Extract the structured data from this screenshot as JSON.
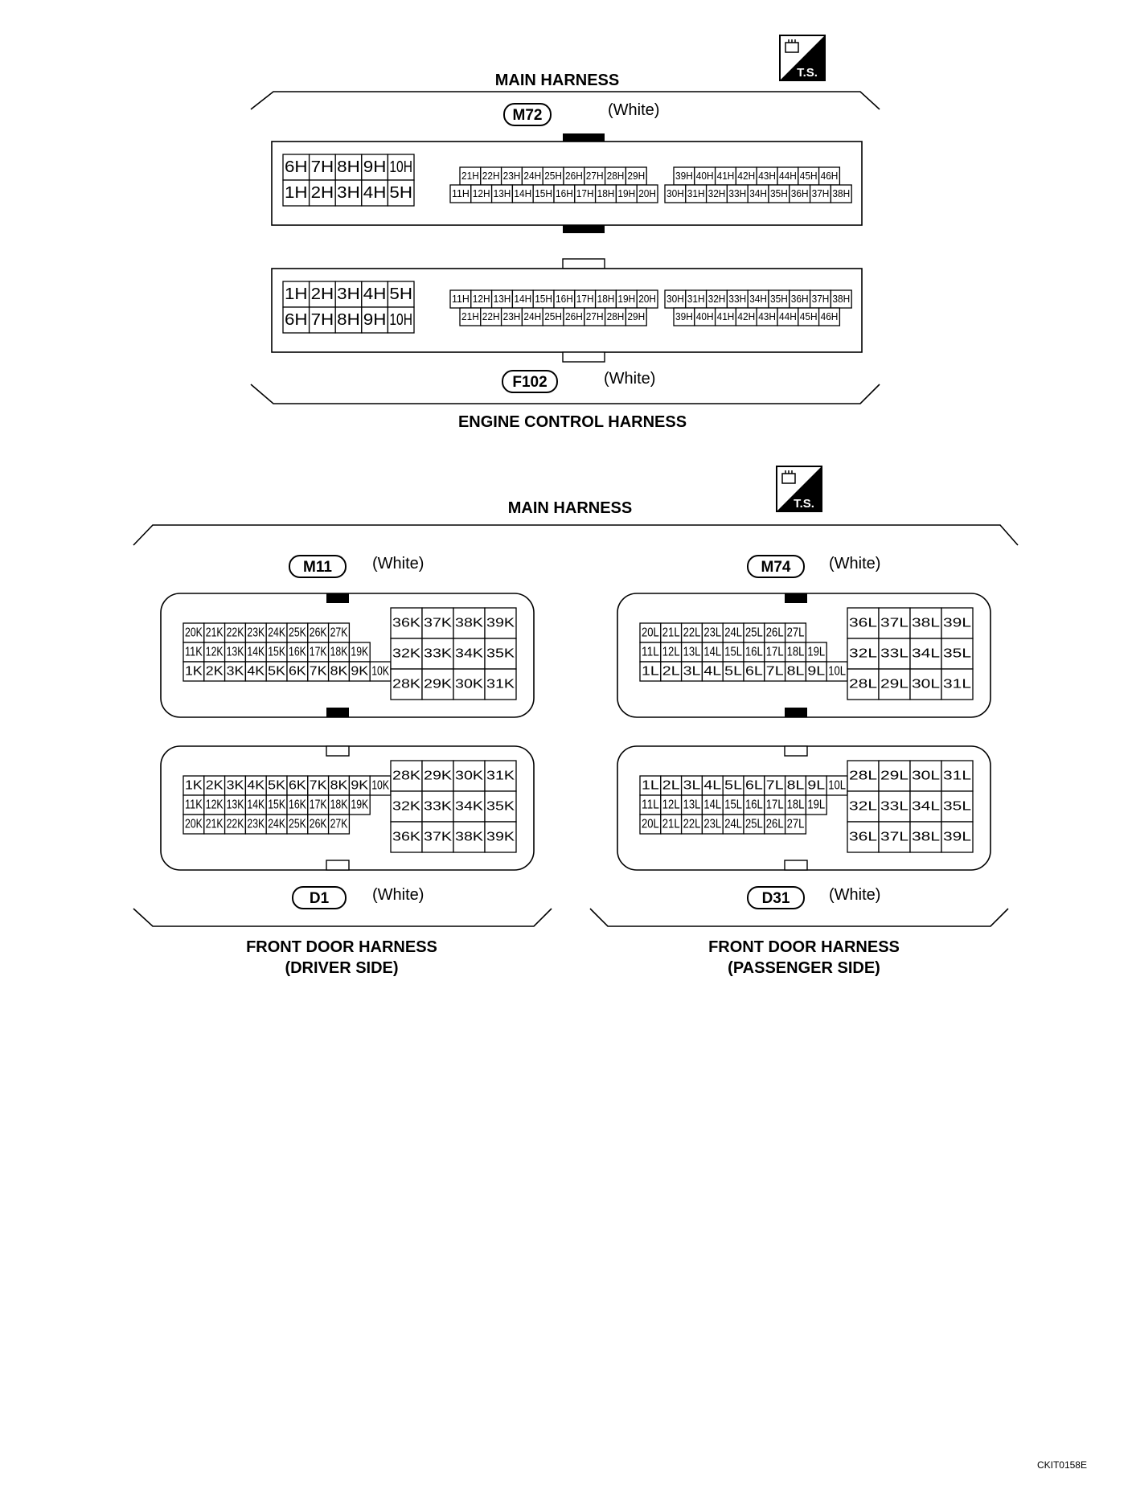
{
  "ts_badge": {
    "icon": "ts-connector-icon",
    "label": "T.S."
  },
  "section1": {
    "top_harness": "MAIN HARNESS",
    "bottom_harness": "ENGINE CONTROL HARNESS",
    "top_connector": {
      "id": "M72",
      "color": "(White)"
    },
    "bottom_connector": {
      "id": "F102",
      "color": "(White)"
    },
    "top_face": {
      "left": [
        [
          "6H",
          "7H",
          "8H",
          "9H",
          "10H"
        ],
        [
          "1H",
          "2H",
          "3H",
          "4H",
          "5H"
        ]
      ],
      "mid": [
        [
          "21H",
          "22H",
          "23H",
          "24H",
          "25H",
          "26H",
          "27H",
          "28H",
          "29H"
        ],
        [
          "11H",
          "12H",
          "13H",
          "14H",
          "15H",
          "16H",
          "17H",
          "18H",
          "19H",
          "20H"
        ]
      ],
      "right": [
        [
          "39H",
          "40H",
          "41H",
          "42H",
          "43H",
          "44H",
          "45H",
          "46H"
        ],
        [
          "30H",
          "31H",
          "32H",
          "33H",
          "34H",
          "35H",
          "36H",
          "37H",
          "38H"
        ]
      ]
    },
    "bottom_face": {
      "left": [
        [
          "1H",
          "2H",
          "3H",
          "4H",
          "5H"
        ],
        [
          "6H",
          "7H",
          "8H",
          "9H",
          "10H"
        ]
      ],
      "mid": [
        [
          "11H",
          "12H",
          "13H",
          "14H",
          "15H",
          "16H",
          "17H",
          "18H",
          "19H",
          "20H"
        ],
        [
          "21H",
          "22H",
          "23H",
          "24H",
          "25H",
          "26H",
          "27H",
          "28H",
          "29H"
        ]
      ],
      "right": [
        [
          "30H",
          "31H",
          "32H",
          "33H",
          "34H",
          "35H",
          "36H",
          "37H",
          "38H"
        ],
        [
          "39H",
          "40H",
          "41H",
          "42H",
          "43H",
          "44H",
          "45H",
          "46H"
        ]
      ]
    }
  },
  "section2": {
    "top_harness": "MAIN HARNESS",
    "left": {
      "bottom_harness": [
        "FRONT DOOR HARNESS",
        "(DRIVER SIDE)"
      ],
      "top_connector": {
        "id": "M11",
        "color": "(White)"
      },
      "bottom_connector": {
        "id": "D1",
        "color": "(White)"
      },
      "top_face": {
        "rows": [
          [
            "20K",
            "21K",
            "22K",
            "23K",
            "24K",
            "25K",
            "26K",
            "27K"
          ],
          [
            "11K",
            "12K",
            "13K",
            "14K",
            "15K",
            "16K",
            "17K",
            "18K",
            "19K"
          ],
          [
            "1K",
            "2K",
            "3K",
            "4K",
            "5K",
            "6K",
            "7K",
            "8K",
            "9K",
            "10K"
          ]
        ],
        "block": [
          [
            "36K",
            "37K",
            "38K",
            "39K"
          ],
          [
            "32K",
            "33K",
            "34K",
            "35K"
          ],
          [
            "28K",
            "29K",
            "30K",
            "31K"
          ]
        ]
      },
      "bottom_face": {
        "rows": [
          [
            "1K",
            "2K",
            "3K",
            "4K",
            "5K",
            "6K",
            "7K",
            "8K",
            "9K",
            "10K"
          ],
          [
            "11K",
            "12K",
            "13K",
            "14K",
            "15K",
            "16K",
            "17K",
            "18K",
            "19K"
          ],
          [
            "20K",
            "21K",
            "22K",
            "23K",
            "24K",
            "25K",
            "26K",
            "27K"
          ]
        ],
        "block": [
          [
            "28K",
            "29K",
            "30K",
            "31K"
          ],
          [
            "32K",
            "33K",
            "34K",
            "35K"
          ],
          [
            "36K",
            "37K",
            "38K",
            "39K"
          ]
        ]
      }
    },
    "right": {
      "bottom_harness": [
        "FRONT DOOR HARNESS",
        "(PASSENGER SIDE)"
      ],
      "top_connector": {
        "id": "M74",
        "color": "(White)"
      },
      "bottom_connector": {
        "id": "D31",
        "color": "(White)"
      },
      "top_face": {
        "rows": [
          [
            "20L",
            "21L",
            "22L",
            "23L",
            "24L",
            "25L",
            "26L",
            "27L"
          ],
          [
            "11L",
            "12L",
            "13L",
            "14L",
            "15L",
            "16L",
            "17L",
            "18L",
            "19L"
          ],
          [
            "1L",
            "2L",
            "3L",
            "4L",
            "5L",
            "6L",
            "7L",
            "8L",
            "9L",
            "10L"
          ]
        ],
        "block": [
          [
            "36L",
            "37L",
            "38L",
            "39L"
          ],
          [
            "32L",
            "33L",
            "34L",
            "35L"
          ],
          [
            "28L",
            "29L",
            "30L",
            "31L"
          ]
        ]
      },
      "bottom_face": {
        "rows": [
          [
            "1L",
            "2L",
            "3L",
            "4L",
            "5L",
            "6L",
            "7L",
            "8L",
            "9L",
            "10L"
          ],
          [
            "11L",
            "12L",
            "13L",
            "14L",
            "15L",
            "16L",
            "17L",
            "18L",
            "19L"
          ],
          [
            "20L",
            "21L",
            "22L",
            "23L",
            "24L",
            "25L",
            "26L",
            "27L"
          ]
        ],
        "block": [
          [
            "28L",
            "29L",
            "30L",
            "31L"
          ],
          [
            "32L",
            "33L",
            "34L",
            "35L"
          ],
          [
            "36L",
            "37L",
            "38L",
            "39L"
          ]
        ]
      }
    }
  },
  "figure_code": "CKIT0158E"
}
